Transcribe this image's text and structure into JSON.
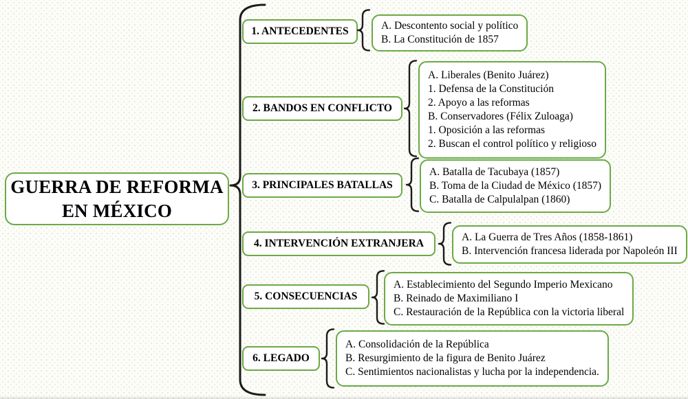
{
  "colors": {
    "accent_green": "#6aaa45",
    "brace_black": "#1b1b1b",
    "text": "#000000",
    "background": "#fcfcf9"
  },
  "main": {
    "title_line1": "GUERRA DE REFORMA",
    "title_line2": "EN MÉXICO"
  },
  "sections": [
    {
      "label": "1. ANTECEDENTES",
      "items": [
        "A. Descontento social y político",
        "B. La Constitución de 1857"
      ]
    },
    {
      "label": "2. BANDOS EN CONFLICTO",
      "items": [
        "A. Liberales (Benito Juárez)",
        "1. Defensa de la Constitución",
        "2. Apoyo a las reformas",
        "B. Conservadores (Félix Zuloaga)",
        "1. Oposición a las reformas",
        "2. Buscan el control político y religioso"
      ]
    },
    {
      "label": "3. PRINCIPALES BATALLAS",
      "items": [
        "A. Batalla de Tacubaya (1857)",
        "B. Toma de la Ciudad de México (1857)",
        "C. Batalla de Calpulalpan (1860)"
      ]
    },
    {
      "label": "4. INTERVENCIÓN EXTRANJERA",
      "items": [
        "A. La Guerra de Tres Años (1858-1861)",
        "B. Intervención francesa liderada por Napoleón III"
      ]
    },
    {
      "label": "5. CONSECUENCIAS",
      "items": [
        "A. Establecimiento del Segundo Imperio Mexicano",
        "B. Reinado de Maximiliano I",
        "C. Restauración de la República con la victoria liberal"
      ]
    },
    {
      "label": "6. LEGADO",
      "items": [
        "A. Consolidación de la República",
        "B. Resurgimiento de la figura de Benito Juárez",
        "C. Sentimientos nacionalistas y lucha por la independencia."
      ]
    }
  ]
}
